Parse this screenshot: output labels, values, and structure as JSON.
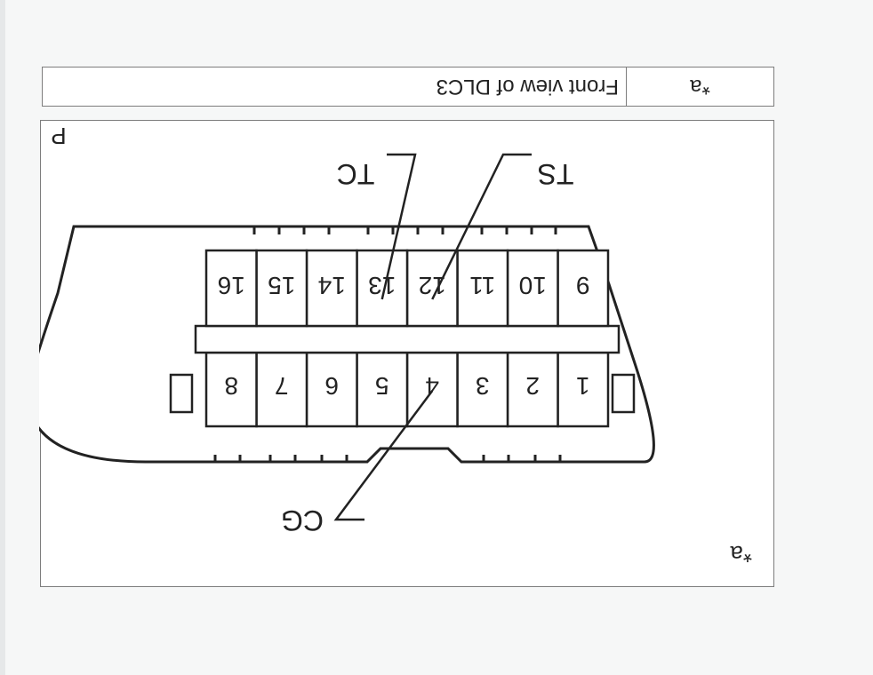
{
  "legend": {
    "key": "*a",
    "description": "Front view of DLC3"
  },
  "figure": {
    "callout_marker": "*a",
    "corner_letter": "P",
    "pins_top_row": [
      "1",
      "2",
      "3",
      "4",
      "5",
      "6",
      "7",
      "8"
    ],
    "pins_bottom_row": [
      "9",
      "10",
      "11",
      "12",
      "13",
      "14",
      "15",
      "16"
    ],
    "terminals": [
      {
        "label": "CG",
        "pin": "4"
      },
      {
        "label": "TC",
        "pin": "13"
      },
      {
        "label": "TS",
        "pin": "12"
      }
    ]
  }
}
